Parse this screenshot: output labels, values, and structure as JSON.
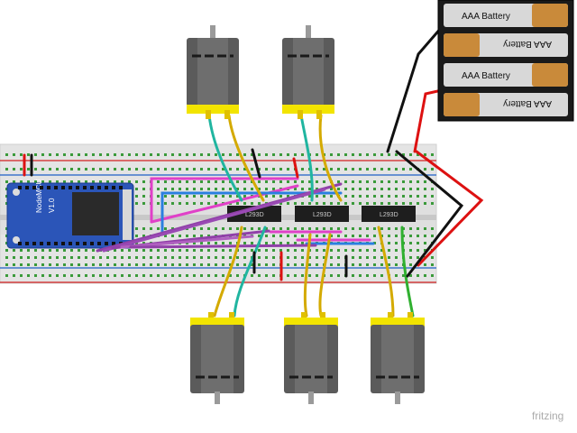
{
  "battery_pack": {
    "cells": [
      {
        "label": "AAA Battery",
        "flipped": false
      },
      {
        "label": "AAA Battery",
        "flipped": true
      },
      {
        "label": "AAA Battery",
        "flipped": false
      },
      {
        "label": "AAA Battery",
        "flipped": true
      }
    ]
  },
  "mcu": {
    "brand": "NodeMCU",
    "version": "V1.0"
  },
  "drivers": [
    {
      "label": "L293D"
    },
    {
      "label": "L293D"
    },
    {
      "label": "L293D"
    }
  ],
  "motor_count_top": 2,
  "motor_count_bottom": 3,
  "watermark": "fritzing",
  "colors": {
    "breadboard": "#e6e6e6",
    "rail_red": "#d22222",
    "rail_blue": "#1e5fc8",
    "hole": "#3a9a3a",
    "mcu_board": "#2b55b8",
    "chip": "#1e1e1e",
    "motor_body": "#5b5b5b",
    "motor_cap": "#f2e400",
    "wire_teal": "#20b5a0",
    "wire_yellow": "#d4aa00",
    "wire_magenta": "#e040c8",
    "wire_blue": "#2a7fe0",
    "wire_purple": "#9040a8",
    "wire_green": "#30b030",
    "wire_black": "#111111",
    "wire_red": "#dd1111"
  }
}
